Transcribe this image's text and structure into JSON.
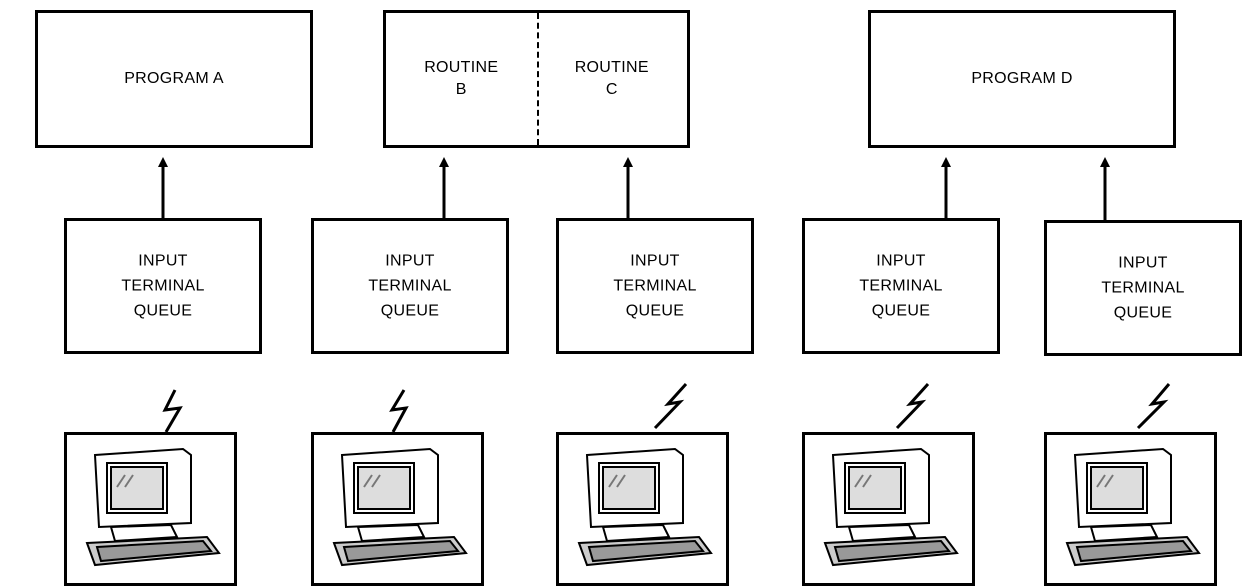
{
  "programs": {
    "program_a": "PROGRAM A",
    "routine_b": [
      "ROUTINE",
      "B"
    ],
    "routine_c": [
      "ROUTINE",
      "C"
    ],
    "program_d": "PROGRAM D"
  },
  "queues": [
    [
      "INPUT",
      "TERMINAL",
      "QUEUE"
    ],
    [
      "INPUT",
      "TERMINAL",
      "QUEUE"
    ],
    [
      "INPUT",
      "TERMINAL",
      "QUEUE"
    ],
    [
      "INPUT",
      "TERMINAL",
      "QUEUE"
    ],
    [
      "INPUT",
      "TERMINAL",
      "QUEUE"
    ]
  ],
  "terminals": [
    {
      "icon": "computer-terminal-icon"
    },
    {
      "icon": "computer-terminal-icon"
    },
    {
      "icon": "computer-terminal-icon"
    },
    {
      "icon": "computer-terminal-icon"
    },
    {
      "icon": "computer-terminal-icon"
    }
  ]
}
